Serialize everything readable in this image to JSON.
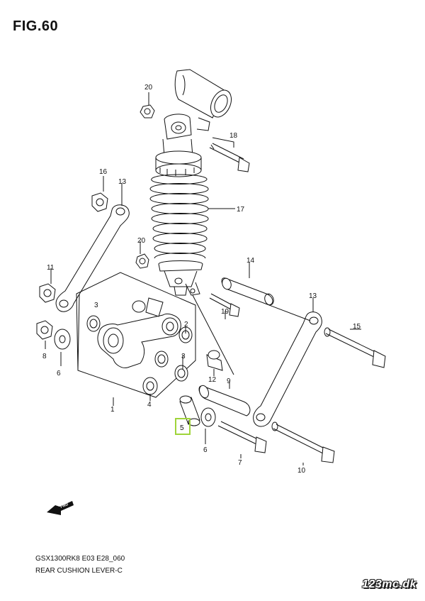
{
  "figure": {
    "title": "FIG.60"
  },
  "fwd_label": "FWD",
  "parts": [
    {
      "ref": "1"
    },
    {
      "ref": "2"
    },
    {
      "ref": "3"
    },
    {
      "ref": "3"
    },
    {
      "ref": "4"
    },
    {
      "ref": "5",
      "highlighted": true
    },
    {
      "ref": "6"
    },
    {
      "ref": "6"
    },
    {
      "ref": "7"
    },
    {
      "ref": "8"
    },
    {
      "ref": "9"
    },
    {
      "ref": "10"
    },
    {
      "ref": "11"
    },
    {
      "ref": "12"
    },
    {
      "ref": "13"
    },
    {
      "ref": "13"
    },
    {
      "ref": "14"
    },
    {
      "ref": "15"
    },
    {
      "ref": "16"
    },
    {
      "ref": "17"
    },
    {
      "ref": "18"
    },
    {
      "ref": "19"
    },
    {
      "ref": "20"
    },
    {
      "ref": "20"
    }
  ],
  "caption": {
    "model_code": "GSX1300RK8 E03 E28_060",
    "title": "REAR CUSHION LEVER-C"
  },
  "watermark": "123mc.dk",
  "colors": {
    "line": "#111111",
    "highlight": "#9fd43a"
  }
}
